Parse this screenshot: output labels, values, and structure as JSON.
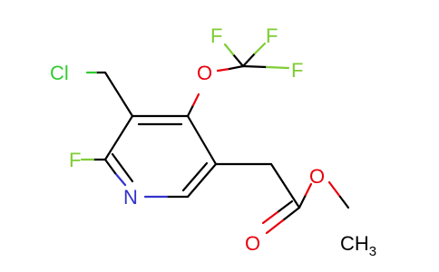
{
  "molecule": {
    "atoms": {
      "cl": "Cl",
      "f_ring": "F",
      "n_ring": "N",
      "o_ether": "O",
      "f1": "F",
      "f2": "F",
      "f3": "F",
      "o_carbonyl": "O",
      "o_ester": "O",
      "ch3_c": "CH",
      "ch3_sub": "3"
    },
    "colors": {
      "carbon": "#000000",
      "nitrogen": "#3333cc",
      "oxygen": "#e8000b",
      "fluorine": "#7fcc33",
      "chlorine": "#33cc33"
    }
  }
}
